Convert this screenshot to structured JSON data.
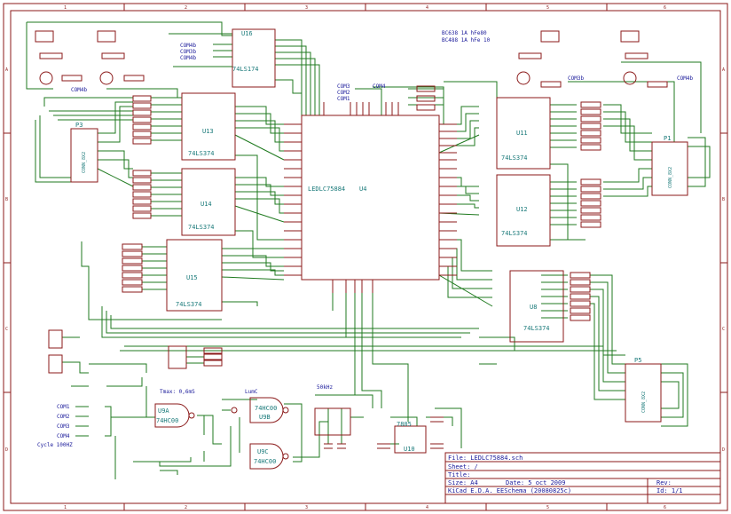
{
  "frame": {
    "col_labels": [
      "1",
      "2",
      "3",
      "4",
      "5",
      "6"
    ],
    "row_labels": [
      "A",
      "B",
      "C",
      "D"
    ]
  },
  "notes": {
    "bc1": "BC638  1A  hFe80",
    "bc2": "BC488  1A  hFe 10",
    "tmax": "Tmax: 0,6mS",
    "lum": "LumC",
    "freq": "50kHz",
    "cycle": "Cycle 100HZ"
  },
  "chips": {
    "u4": {
      "ref": "U4",
      "value": "LEDLC75884"
    },
    "u16": {
      "ref": "U16",
      "value": "74LS174"
    },
    "u13": {
      "ref": "U13",
      "value": "74LS374"
    },
    "u14": {
      "ref": "U14",
      "value": "74LS374"
    },
    "u15": {
      "ref": "U15",
      "value": "74LS374"
    },
    "u11": {
      "ref": "U11",
      "value": "74LS374"
    },
    "u12": {
      "ref": "U12",
      "value": "74LS374"
    },
    "u8": {
      "ref": "U8",
      "value": "74LS374"
    },
    "u9a": {
      "ref": "U9A",
      "value": "74HC00"
    },
    "u9b": {
      "ref": "U9B",
      "value": "74HC00"
    },
    "u9c": {
      "ref": "U9C",
      "value": "74HC00"
    },
    "u10": {
      "ref": "U10",
      "value": "7805"
    }
  },
  "connectors": {
    "p3": {
      "ref": "P3",
      "value": "CONN_8X2"
    },
    "p1": {
      "ref": "P1",
      "value": "CONN_8X2"
    },
    "p5": {
      "ref": "P5",
      "value": "CONN_8X2"
    }
  },
  "nets": {
    "com1": "COM1",
    "com2": "COM2",
    "com3": "COM3",
    "com4": "COM4",
    "com4b": "COM4b",
    "com3b": "COM3b"
  },
  "title_block": {
    "file": "File: LEDLC75884.sch",
    "sheet": "Sheet: /",
    "title": "Title:",
    "size": "Size: A4",
    "date": "Date: 5 oct 2009",
    "rev": "Rev:",
    "kicad": "KiCad E.D.A.  EESchema (20080825c)",
    "id": "Id: 1/1"
  }
}
